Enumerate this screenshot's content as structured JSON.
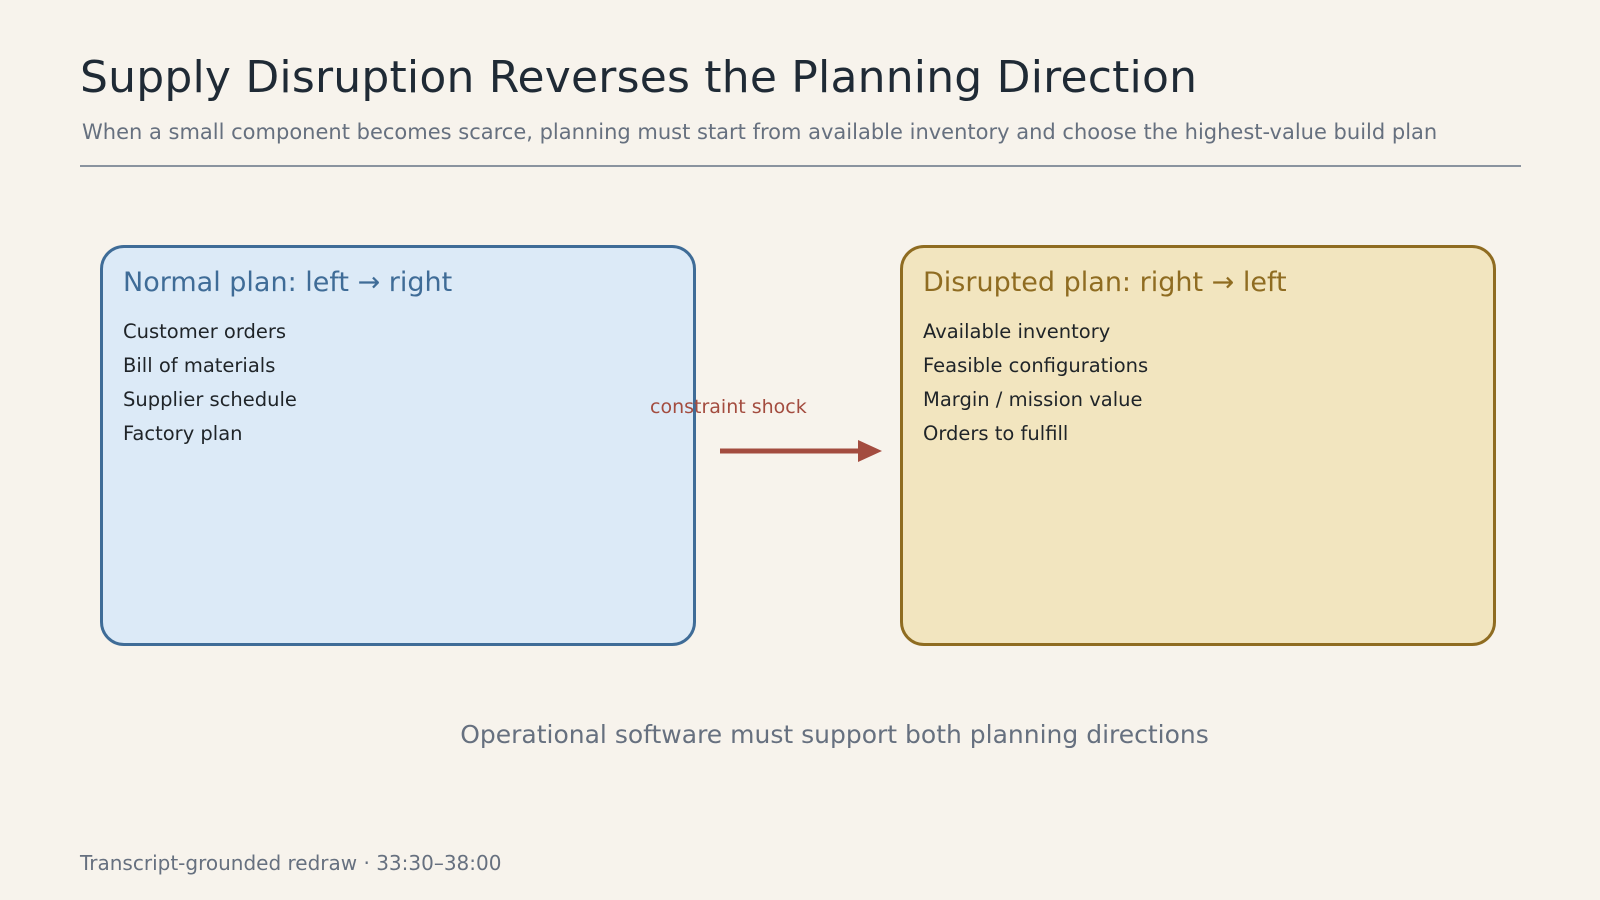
{
  "header": {
    "title": "Supply Disruption Reverses the Planning Direction",
    "subtitle": "When a small component becomes scarce, planning must start from available inventory and choose the highest-value build plan"
  },
  "normal_plan": {
    "title": "Normal plan: left → right",
    "items": [
      "Customer orders",
      "Bill of materials",
      "Supplier schedule",
      "Factory plan"
    ]
  },
  "disrupted_plan": {
    "title": "Disrupted plan: right → left",
    "items": [
      "Available inventory",
      "Feasible configurations",
      "Margin / mission value",
      "Orders to fulfill"
    ]
  },
  "transition": {
    "label": "constraint shock"
  },
  "caption": "Operational software must support both planning directions",
  "footer": "Transcript-grounded redraw · 33:30–38:00",
  "colors": {
    "background": "#f7f3ec",
    "normal_border": "#3f6c97",
    "normal_fill": "#dceaf7",
    "disrupted_border": "#8f6c21",
    "disrupted_fill": "#f2e5bf",
    "shock": "#a34c3f"
  }
}
